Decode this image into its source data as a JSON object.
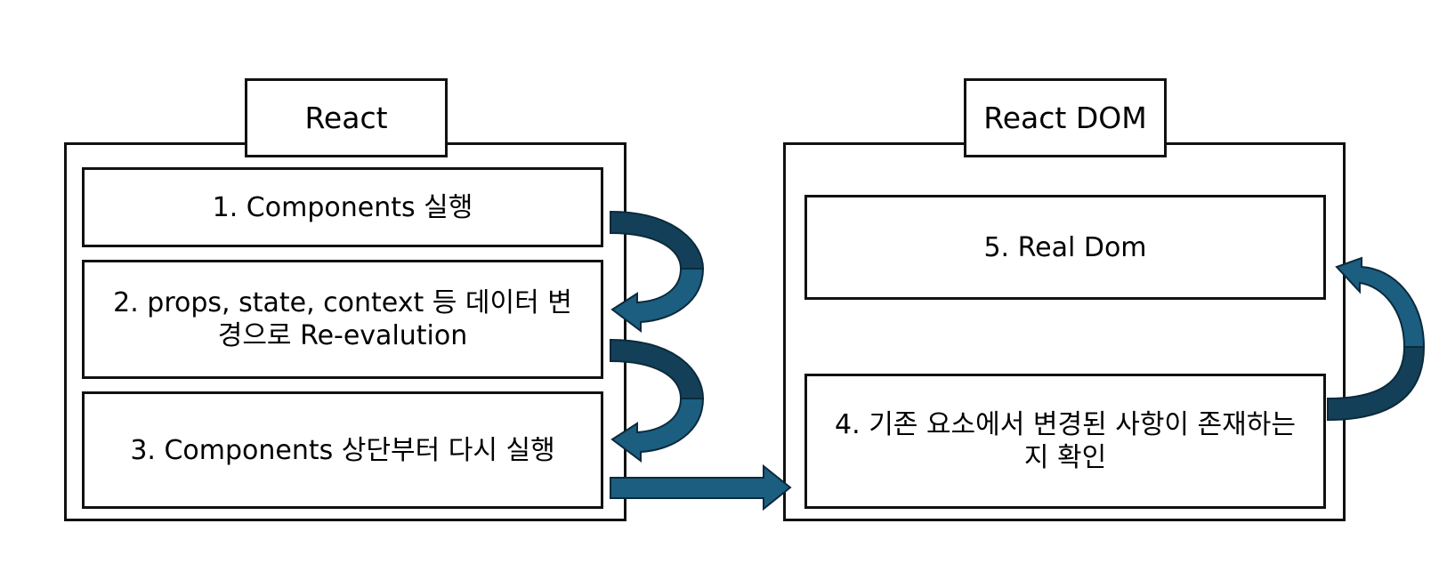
{
  "react_panel": {
    "title": "React",
    "steps": [
      "1.   Components 실행",
      "2. props, state, context 등 데이터 변경으로 Re-evalution",
      "3. Components 상단부터 다시 실행"
    ]
  },
  "react_dom_panel": {
    "title": "React DOM",
    "steps": [
      "5. Real Dom",
      "4. 기존 요소에서 변경된 사항이 존재하는지 확인"
    ]
  },
  "colors": {
    "arrow_fill": "#1b5e80",
    "arrow_fill_dark": "#143f58",
    "arrow_stroke": "#0b2a3c",
    "border": "#111111"
  }
}
